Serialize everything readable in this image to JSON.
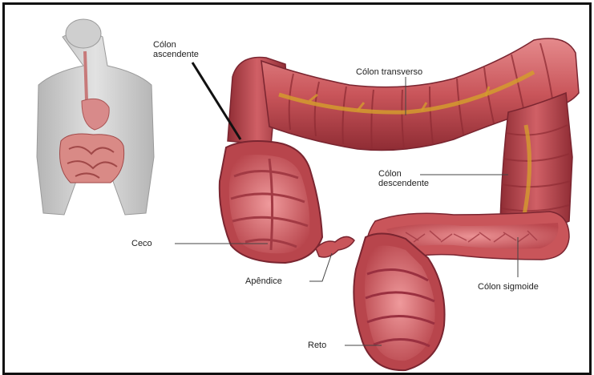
{
  "labels": {
    "ascending": {
      "line1": "Cólon",
      "line2": "ascendente"
    },
    "transverse": "Cólon transverso",
    "descending": {
      "line1": "Cólon",
      "line2": "descendente"
    },
    "cecum": "Ceco",
    "appendix": "Apêndice",
    "sigmoid": "Cólon sigmoide",
    "rectum": "Reto"
  },
  "colors": {
    "colon_wall": "#c9555a",
    "colon_dark": "#8f2c34",
    "colon_light": "#e58a8c",
    "interior": "#e27f84",
    "fat": "#d49b2e",
    "frame": "#111111",
    "leader": "#444444",
    "torso": "#c9c9c9"
  }
}
